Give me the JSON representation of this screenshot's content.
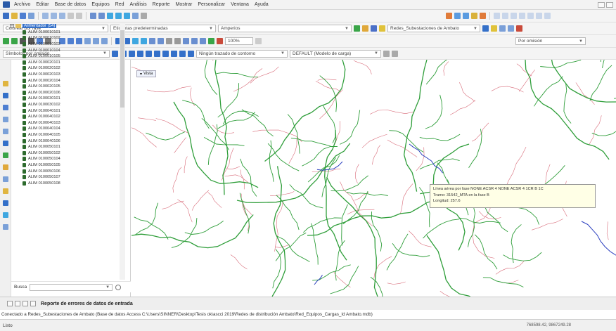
{
  "menubar": {
    "items": [
      "Archivo",
      "Editar",
      "Base de datos",
      "Equipos",
      "Red",
      "Análisis",
      "Reporte",
      "Mostrar",
      "Personalizar",
      "Ventana",
      "Ayuda"
    ]
  },
  "toolbar2": {
    "phase_color": "Colorear por fase",
    "labels": "Etiquetas predeterminadas",
    "amperes": "Amperios",
    "network": "Redes_Subestaciones de Ambato"
  },
  "toolbar3": {
    "zoom": "100%",
    "mode": "Por omisión"
  },
  "toolbar4": {
    "symbols": "Símbolos por omisión",
    "contour": "Ningún trazado de contorno",
    "load_model": "DEFAULT (Modelo de carga)"
  },
  "tree": {
    "root_label": "Alimentador (54)",
    "items": [
      "ALIM 0100010101",
      "ALIM 0100010102",
      "ALIM 0100010103",
      "ALIM 0100010104",
      "ALIM 0100010105",
      "ALIM 0100020101",
      "ALIM 0100020102",
      "ALIM 0100020103",
      "ALIM 0100020104",
      "ALIM 0100020105",
      "ALIM 0100020106",
      "ALIM 0100030101",
      "ALIM 0100030102",
      "ALIM 0100040101",
      "ALIM 0100040102",
      "ALIM 0100040103",
      "ALIM 0100040104",
      "ALIM 0100040105",
      "ALIM 0100040106",
      "ALIM 0100050101",
      "ALIM 0100050102",
      "ALIM 0100050104",
      "ALIM 0100050105",
      "ALIM 0100050106",
      "ALIM 0100050107",
      "ALIM 0100050108"
    ]
  },
  "search": {
    "label": "Busca"
  },
  "view": {
    "tab_label": "Vista"
  },
  "tooltip": {
    "line1": "Línea aérea por fase NONE ACSR 4 NONE ACSR 4 1CR B 1C",
    "line2": "Tramo: 31542_MTA en la fase B",
    "line3": "Longitud: 257.6"
  },
  "tabs": {
    "error_report": "Reporte de errores de datos de entrada"
  },
  "console": {
    "text": "Conectado a Redes_Subestaciones de Ambato (Base de datos Access C:\\Users\\SINNER\\Desktop\\Tesis ok\\ascci 2019\\Redes de distribución Ambato\\Red_Equipos_Cargas_Id Ambato.mdb)"
  },
  "status": {
    "ready": "Listo",
    "coords": "768598.42, 9867249.28"
  },
  "colors": {
    "network_green": "#2f9e3a",
    "network_blue": "#2b3fbf",
    "network_red": "#d86a78",
    "selection_blue": "#3470c9"
  }
}
